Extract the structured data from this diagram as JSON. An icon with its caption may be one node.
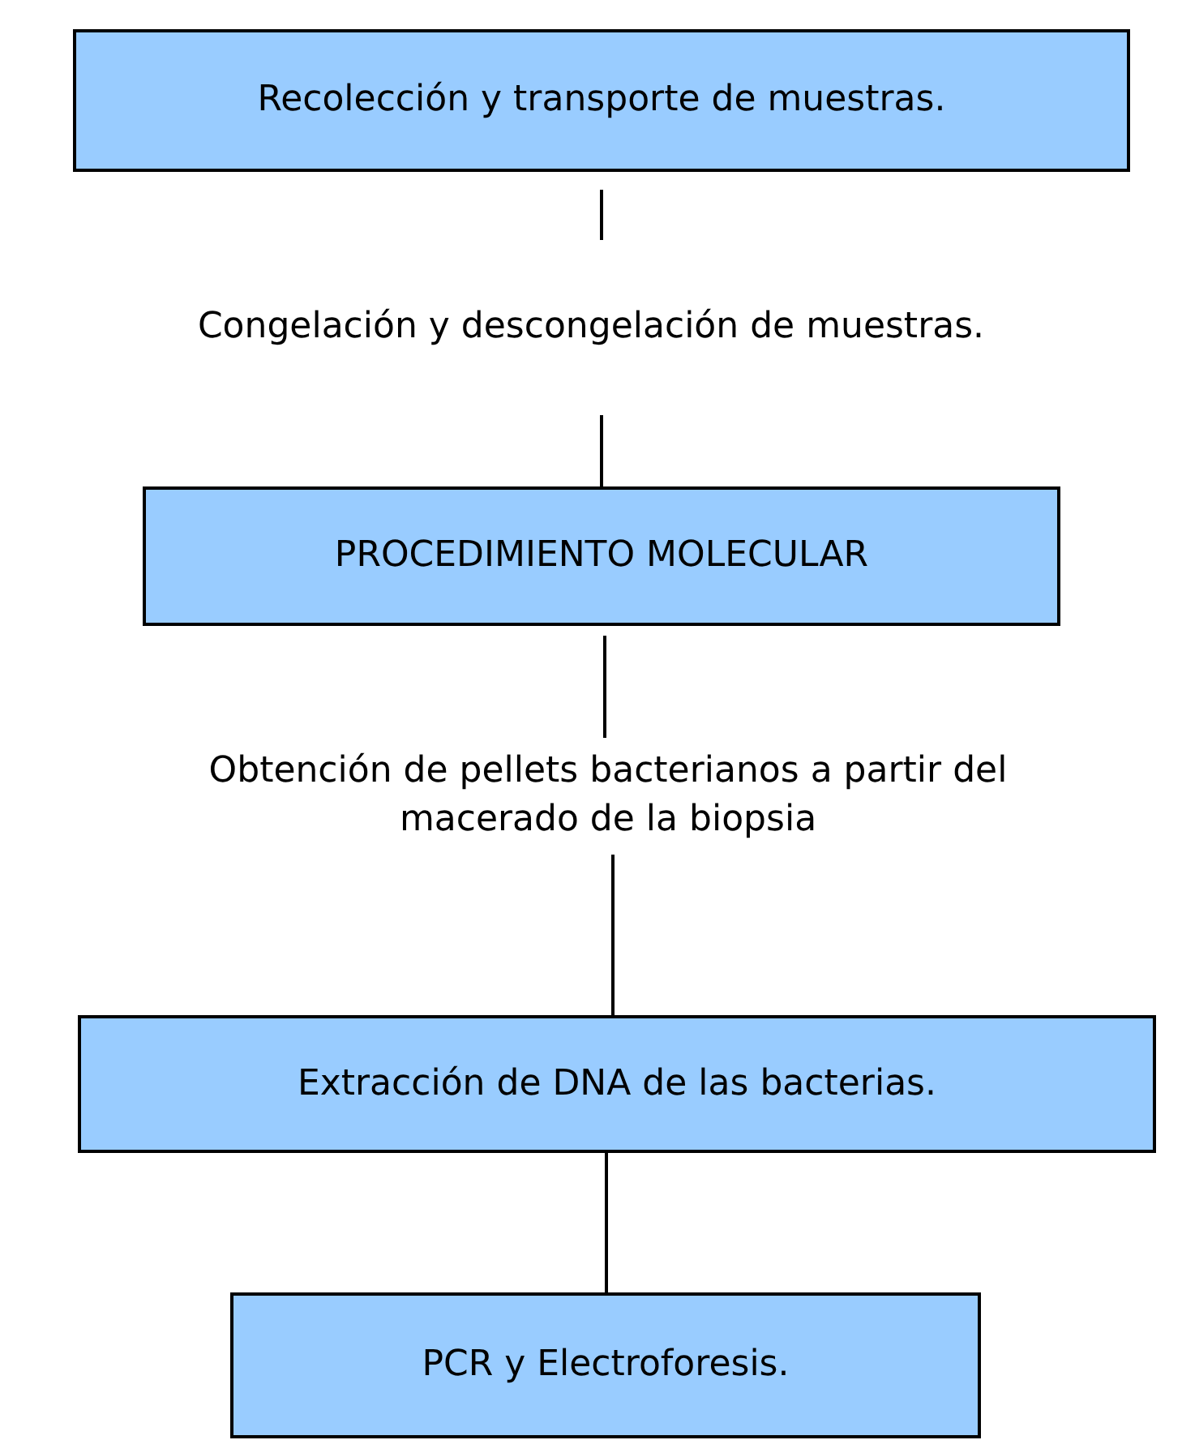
{
  "diagram": {
    "nodes": [
      {
        "text": [
          "Recolección y transporte de muestras."
        ]
      },
      {
        "text": [
          "Congelación y descongelación de muestras."
        ]
      },
      {
        "text": [
          "PROCEDIMIENTO MOLECULAR"
        ]
      },
      {
        "text": [
          "Obtención de pellets bacterianos a partir del macerado de la biopsia"
        ]
      },
      {
        "text": [
          "Extracción de DNA de las bacterias."
        ]
      },
      {
        "text": [
          "PCR y Electroforesis."
        ]
      }
    ],
    "edges": [
      {
        "from": 0,
        "to": 1,
        "arrow": "none"
      },
      {
        "from": 1,
        "to": 2,
        "arrow": "none"
      },
      {
        "from": 2,
        "to": 3,
        "arrow": "none"
      },
      {
        "from": 3,
        "to": 4,
        "arrow": "none"
      },
      {
        "from": 4,
        "to": 5,
        "arrow": "none"
      }
    ]
  }
}
